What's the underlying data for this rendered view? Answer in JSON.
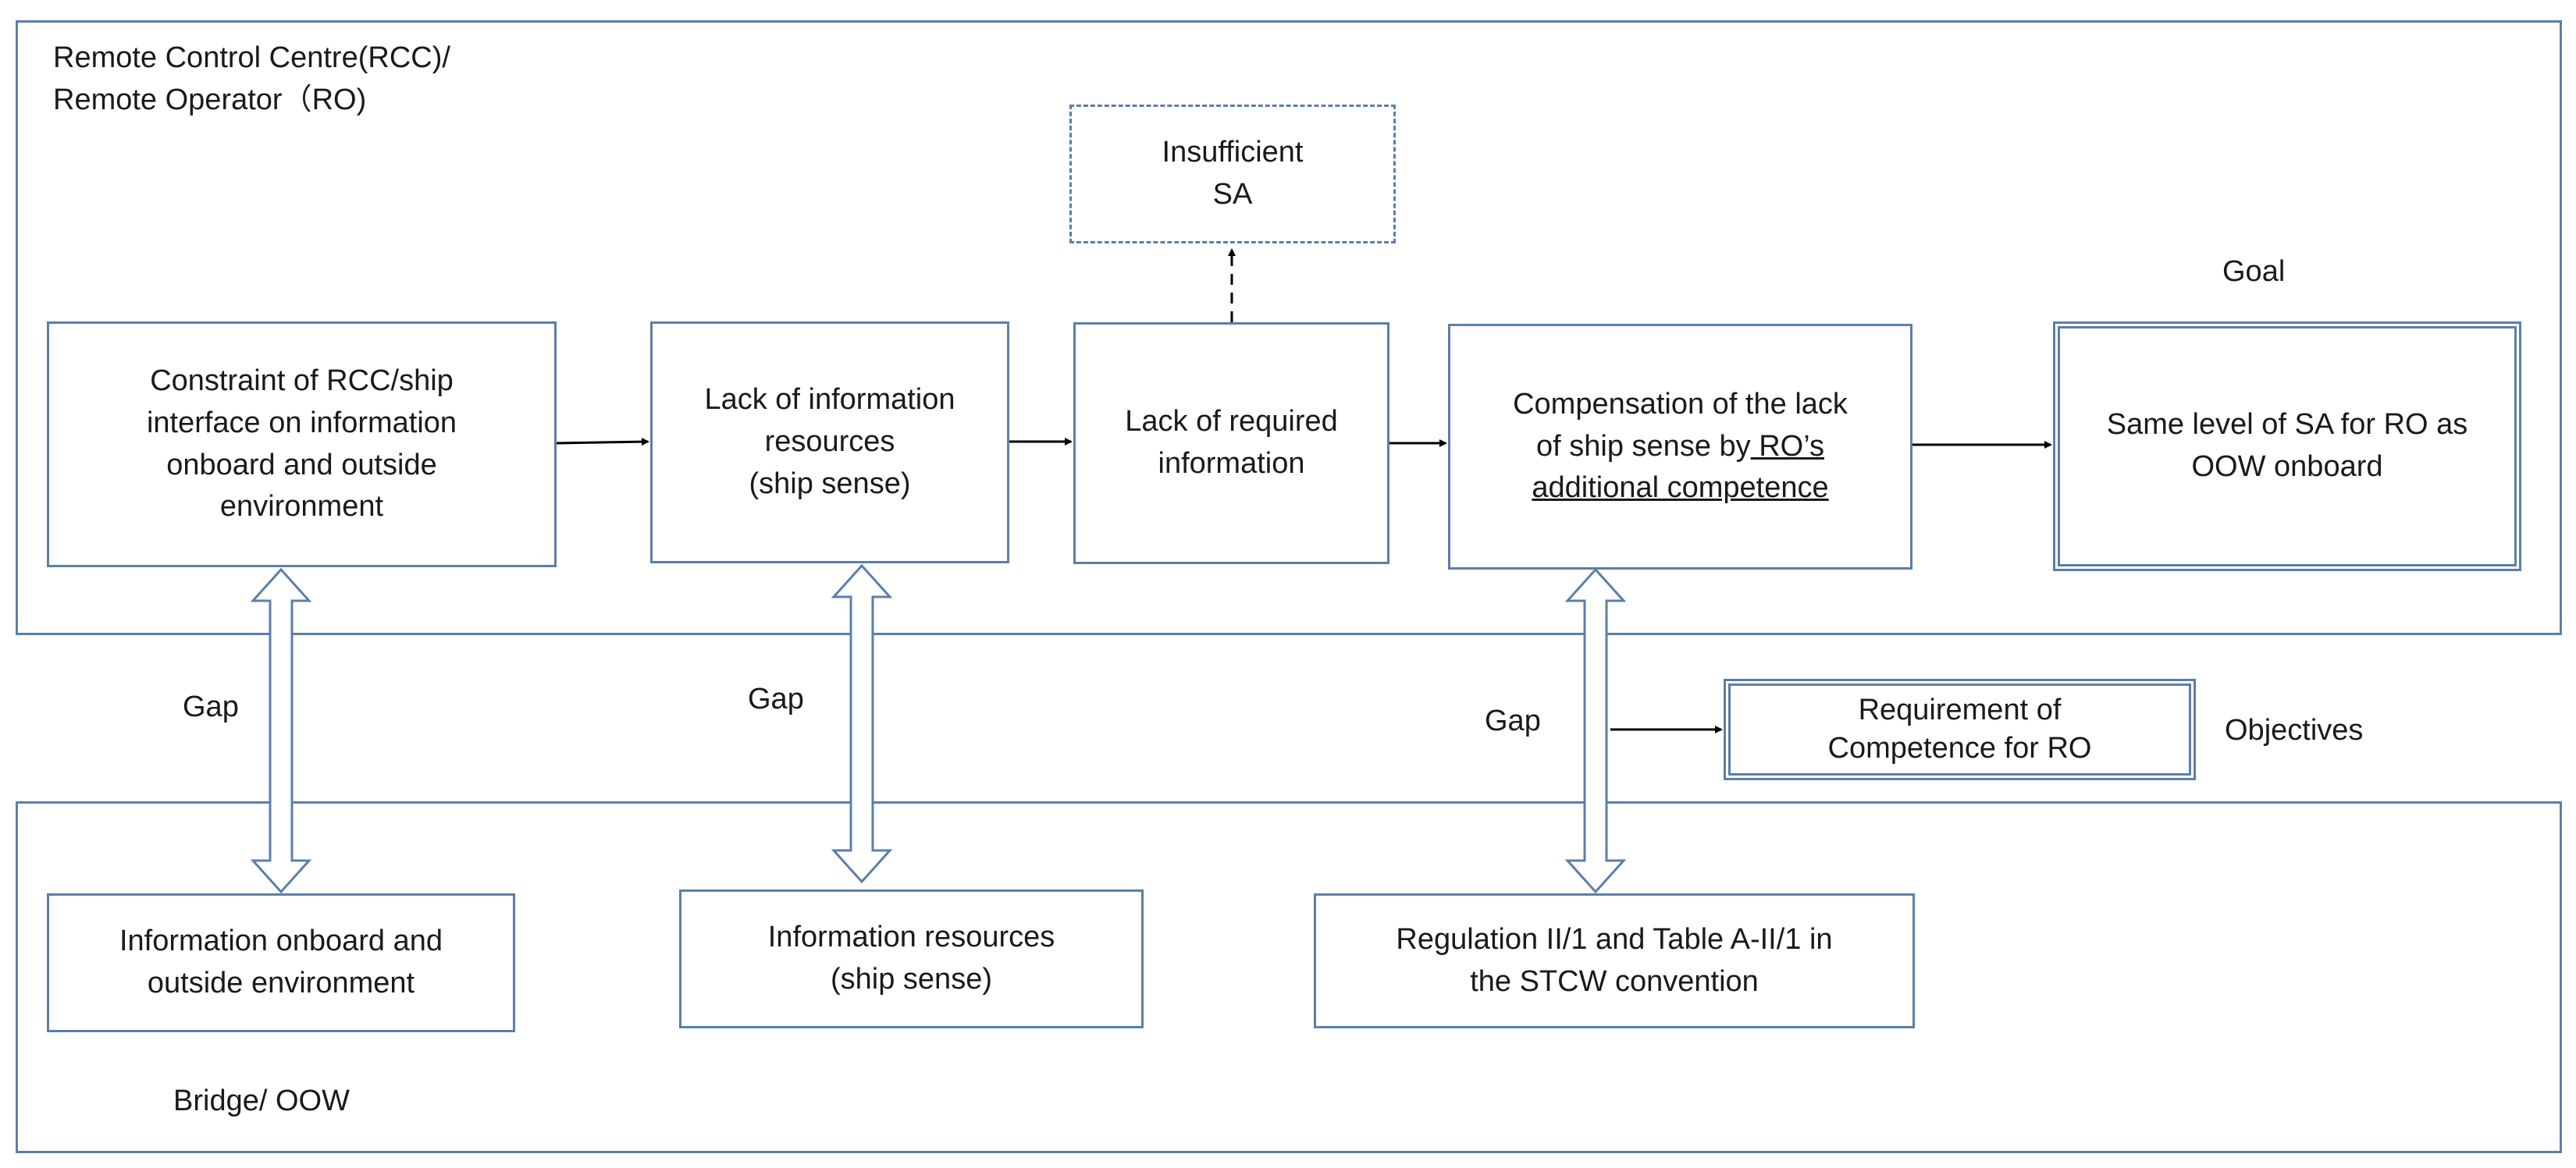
{
  "regions": {
    "rcc": {
      "line1": "Remote Control Centre(RCC)/",
      "line2": "Remote Operator（RO)"
    },
    "bridge": {
      "label": "Bridge/ OOW"
    }
  },
  "boxes": {
    "constraint": {
      "line1": "Constraint of RCC/ship",
      "line2": "interface on information",
      "line3": "onboard and outside",
      "line4": "environment"
    },
    "lack_resources": {
      "line1": "Lack of information",
      "line2": "resources",
      "line3": "(ship sense)"
    },
    "lack_required": {
      "line1": "Lack of required",
      "line2": "information"
    },
    "insufficient": {
      "line1": "Insufficient",
      "line2": "SA"
    },
    "compensation": {
      "line1": "Compensation  of the lack",
      "line2a": "of ship sense by",
      "line2b": " RO’s",
      "line3": "additional competence"
    },
    "same_level": {
      "line1": "Same level of SA for RO as",
      "line2": "OOW onboard"
    },
    "requirement": {
      "line1": "Requirement of",
      "line2": "Competence for RO"
    },
    "info_onboard": {
      "line1": "Information onboard and",
      "line2": "outside environment"
    },
    "info_resources": {
      "line1": "Information resources",
      "line2": "(ship sense)"
    },
    "regulation": {
      "line1": "Regulation II/1 and Table A-II/1 in",
      "line2": "the STCW convention"
    }
  },
  "labels": {
    "goal": "Goal",
    "objectives": "Objectives",
    "gap1": "Gap",
    "gap2": "Gap",
    "gap3": "Gap"
  },
  "colors": {
    "border": "#5b7fa8",
    "arrow": "#000000",
    "text": "#1a1a1a"
  }
}
